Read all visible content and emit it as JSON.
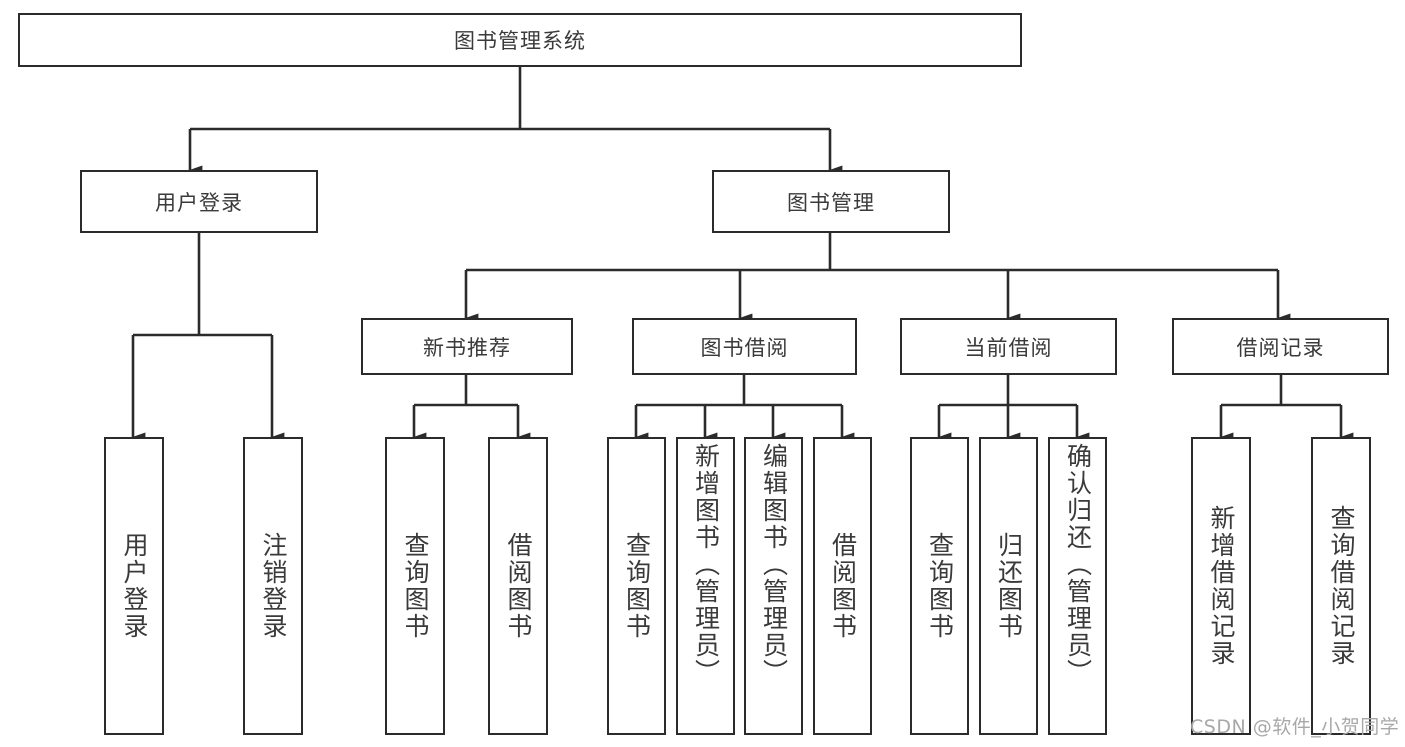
{
  "diagram": {
    "title": "图书管理系统",
    "type": "tree-hierarchy-diagram",
    "watermark": "CSDN @软件_小贺同学",
    "colors": {
      "box_border": "#2b2b2b",
      "box_fill": "#ffffff",
      "text": "#3a3a3a",
      "edge": "#2b2b2b",
      "watermark": "#a8a8a8",
      "background": "#ffffff"
    },
    "root": {
      "label": "图书管理系统"
    },
    "level2": [
      {
        "label": "用户登录"
      },
      {
        "label": "图书管理"
      }
    ],
    "level3": [
      {
        "label": "新书推荐"
      },
      {
        "label": "图书借阅"
      },
      {
        "label": "当前借阅"
      },
      {
        "label": "借阅记录"
      }
    ],
    "leaves": {
      "user_login": [
        {
          "label": "用户登录"
        },
        {
          "label": "注销登录"
        }
      ],
      "new_book_recommend": [
        {
          "label": "查询图书"
        },
        {
          "label": "借阅图书"
        }
      ],
      "book_borrow": [
        {
          "label": "查询图书"
        },
        {
          "label": "新增图书（管理员）"
        },
        {
          "label": "编辑图书（管理员）"
        },
        {
          "label": "借阅图书"
        }
      ],
      "current_borrow": [
        {
          "label": "查询图书"
        },
        {
          "label": "归还图书"
        },
        {
          "label": "确认归还（管理员）"
        }
      ],
      "borrow_record": [
        {
          "label": "新增借阅记录"
        },
        {
          "label": "查询借阅记录"
        }
      ]
    }
  }
}
